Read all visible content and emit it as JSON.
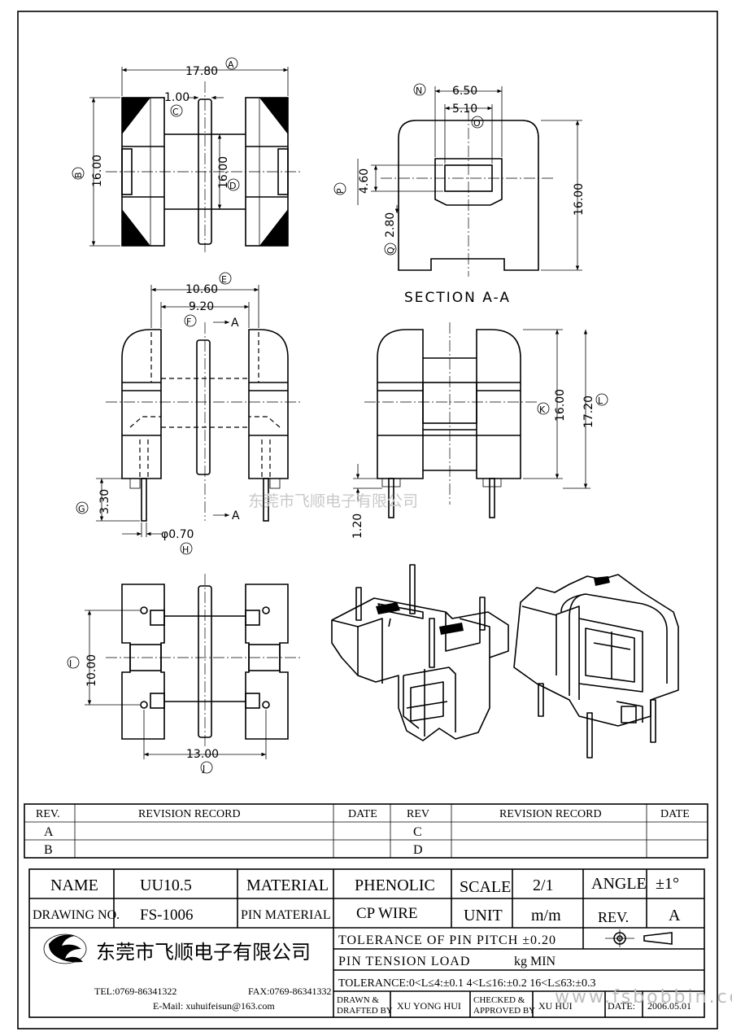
{
  "views": {
    "top": {
      "dim_width": "17.80",
      "dim_height": "16.00",
      "dim_flange": "1.00",
      "dim_inner": "16.00",
      "labels": {
        "a": "A",
        "b": "B",
        "c": "C",
        "d": "D"
      }
    },
    "section": {
      "dim_width": "6.50",
      "dim_inner": "5.10",
      "dim_p": "4.60",
      "dim_q": "2.80",
      "dim_height": "16.00",
      "labels": {
        "n": "N",
        "o": "O",
        "p": "P",
        "q": "Q"
      },
      "caption": "SECTION A-A"
    },
    "front": {
      "dim_outer": "10.60",
      "dim_inner": "9.20",
      "dim_pin_len": "3.30",
      "dim_pin_dia": "φ0.70",
      "section_mark": "A",
      "labels": {
        "e": "E",
        "f": "F",
        "g": "G",
        "h": "H"
      }
    },
    "side": {
      "dim_body": "16.00",
      "dim_total": "17.20",
      "dim_standoff": "1.20",
      "labels": {
        "k": "K",
        "l": "L"
      }
    },
    "bottom": {
      "dim_pitch_v": "10.00",
      "dim_pitch_h": "13.00",
      "labels": {
        "i": "I",
        "j": "J"
      }
    },
    "watermark": "东莞市飞顺电子有限公司"
  },
  "revision": {
    "headers": {
      "rev": "REV.",
      "record": "REVISION RECORD",
      "date": "DATE",
      "rev2": "REV",
      "record2": "REVISION RECORD",
      "date2": "DATE"
    },
    "rows": [
      {
        "rev": "A",
        "rev2": "C"
      },
      {
        "rev": "B",
        "rev2": "D"
      }
    ]
  },
  "title_block": {
    "name_label": "NAME",
    "name_value": "UU10.5",
    "material_label": "MATERIAL",
    "material_value": "PHENOLIC",
    "scale_label": "SCALE",
    "scale_value": "2/1",
    "angle_label": "ANGLE",
    "angle_value": "±1°",
    "drawing_no_label": "DRAWING NO.",
    "drawing_no_value": "FS-1006",
    "pin_material_label": "PIN MATERIAL",
    "pin_material_value": "CP WIRE",
    "unit_label": "UNIT",
    "unit_value": "m/m",
    "rev_label": "REV.",
    "rev_value": "A",
    "company": "东莞市飞顺电子有限公司",
    "tel": "TEL:0769-86341322",
    "fax": "FAX:0769-86341332",
    "email": "E-Mail: xuhuifeisun@163.com",
    "tolerance_pitch": "TOLERANCE OF PIN PITCH ±0.20",
    "pin_tension": "PIN TENSION  LOAD",
    "pin_tension_unit": "kg MIN",
    "tolerance_general": "TOLERANCE:0<L≤4:±0.1  4<L≤16:±0.2  16<L≤63:±0.3",
    "drawn_label_1": "DRAWN &",
    "drawn_label_2": "DRAFTED BY",
    "drawn_value": "XU YONG HUI",
    "checked_label_1": "CHECKED &",
    "checked_label_2": "APPROVED BY",
    "checked_value": "XU   HUI",
    "date_label": "DATE:",
    "date_value": "2006.05.01",
    "site_watermark": "www.fsbobbin.com"
  }
}
